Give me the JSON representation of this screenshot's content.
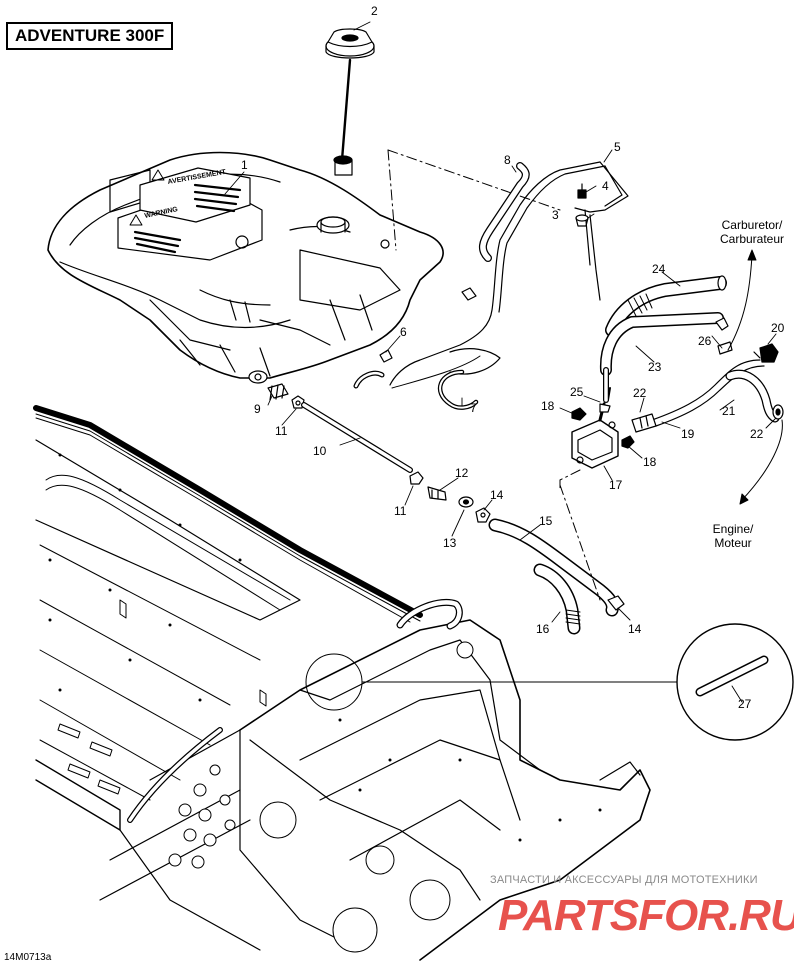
{
  "title": "ADVENTURE 300F",
  "document_number": "14M0713a",
  "callouts": [
    {
      "id": "c1",
      "text": "1"
    },
    {
      "id": "c2",
      "text": "2"
    },
    {
      "id": "c3",
      "text": "3"
    },
    {
      "id": "c4",
      "text": "4"
    },
    {
      "id": "c5",
      "text": "5"
    },
    {
      "id": "c6",
      "text": "6"
    },
    {
      "id": "c7",
      "text": "7"
    },
    {
      "id": "c8",
      "text": "8"
    },
    {
      "id": "c9",
      "text": "9"
    },
    {
      "id": "c10",
      "text": "10"
    },
    {
      "id": "c11a",
      "text": "11"
    },
    {
      "id": "c11b",
      "text": "11"
    },
    {
      "id": "c12",
      "text": "12"
    },
    {
      "id": "c13",
      "text": "13"
    },
    {
      "id": "c14a",
      "text": "14"
    },
    {
      "id": "c14b",
      "text": "14"
    },
    {
      "id": "c15",
      "text": "15"
    },
    {
      "id": "c16",
      "text": "16"
    },
    {
      "id": "c17",
      "text": "17"
    },
    {
      "id": "c18a",
      "text": "18"
    },
    {
      "id": "c18b",
      "text": "18"
    },
    {
      "id": "c19",
      "text": "19"
    },
    {
      "id": "c20",
      "text": "20"
    },
    {
      "id": "c21",
      "text": "21"
    },
    {
      "id": "c22a",
      "text": "22"
    },
    {
      "id": "c22b",
      "text": "22"
    },
    {
      "id": "c23",
      "text": "23"
    },
    {
      "id": "c24",
      "text": "24"
    },
    {
      "id": "c25",
      "text": "25"
    },
    {
      "id": "c26",
      "text": "26"
    },
    {
      "id": "c27",
      "text": "27"
    }
  ],
  "references": {
    "carburetor_en": "Carburetor/",
    "carburetor_fr": "Carburateur",
    "engine_en": "Engine/",
    "engine_fr": "Moteur"
  },
  "tank_labels": {
    "warning_fr": "AVERTISSEMENT",
    "warning_en": "WARNING"
  },
  "watermark": {
    "tagline": "ЗАПЧАСТИ И АКСЕССУАРЫ ДЛЯ МОТОТЕХНИКИ",
    "logo": "PARTSFOR.RU",
    "color": "#e3342f"
  }
}
